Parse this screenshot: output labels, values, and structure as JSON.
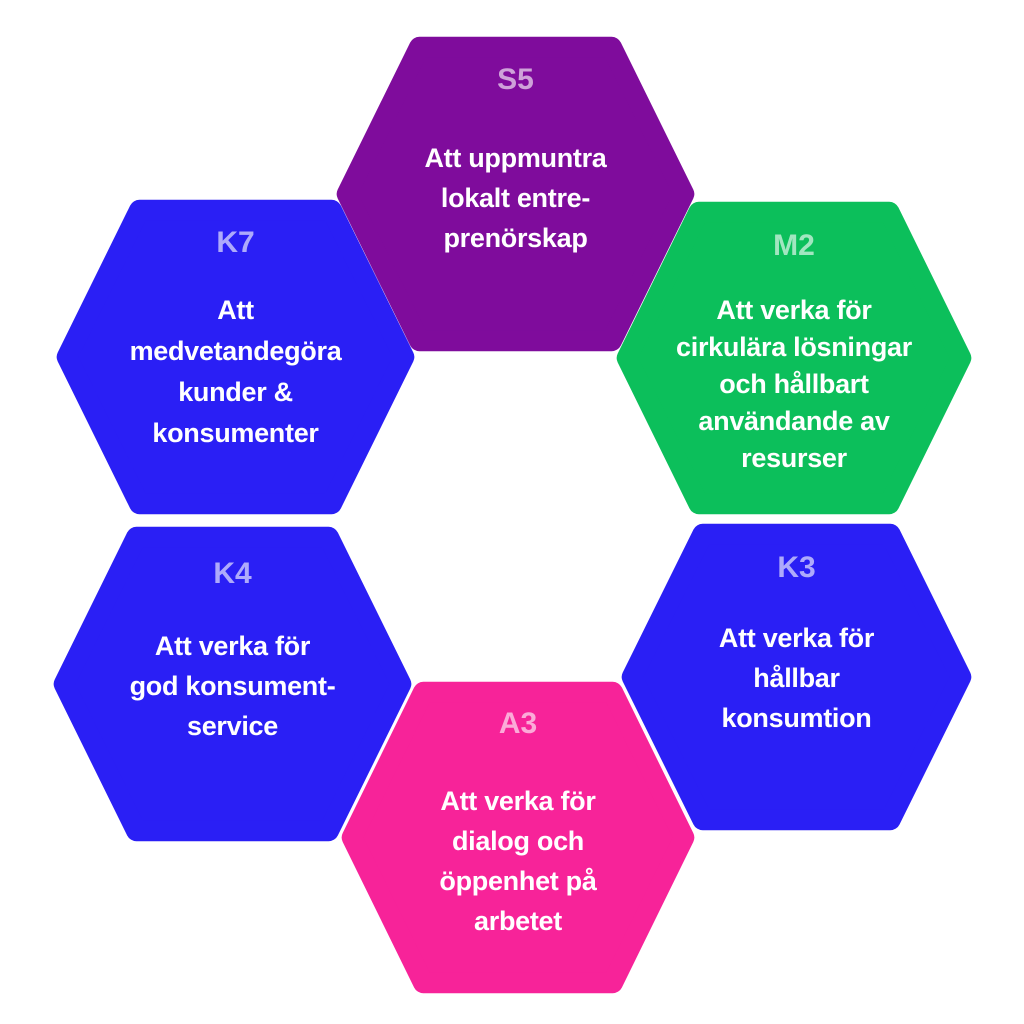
{
  "colors": {
    "purple": "#7f0c9c",
    "blue": "#2a1ff5",
    "green": "#0cbf5b",
    "pink": "#f72399"
  },
  "hexagons": [
    {
      "code": "S5",
      "color": "purple",
      "lines": [
        "Att uppmuntra",
        "lokalt entre-",
        "prenörskap"
      ]
    },
    {
      "code": "K7",
      "color": "blue",
      "lines": [
        "Att",
        "medvetandegöra",
        "kunder &",
        "konsumenter"
      ]
    },
    {
      "code": "M2",
      "color": "green",
      "lines": [
        "Att verka för",
        "cirkulära lösningar",
        "och hållbart",
        "användande av",
        "resurser"
      ]
    },
    {
      "code": "K4",
      "color": "blue",
      "lines": [
        "Att verka för",
        "god konsument-",
        "service"
      ]
    },
    {
      "code": "K3",
      "color": "blue",
      "lines": [
        "Att verka för",
        "hållbar",
        "konsumtion"
      ]
    },
    {
      "code": "A3",
      "color": "pink",
      "lines": [
        "Att verka för",
        "dialog och",
        "öppenhet på",
        "arbetet"
      ]
    }
  ]
}
